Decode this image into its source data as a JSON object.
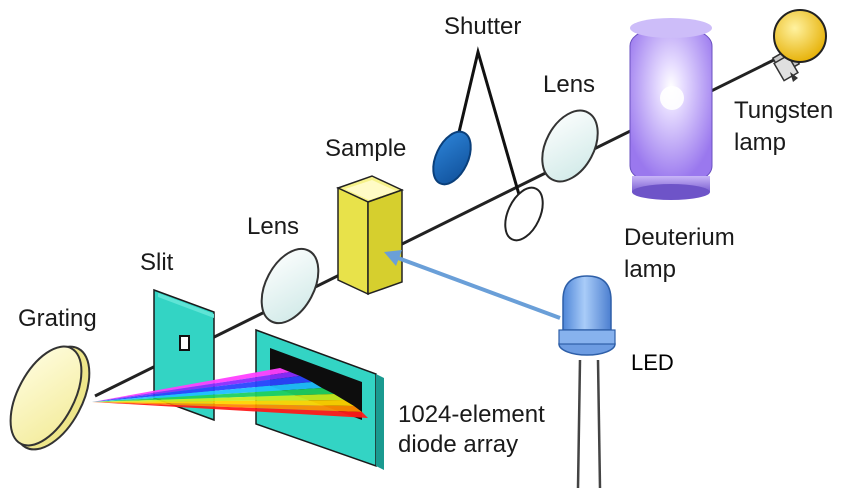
{
  "labels": {
    "shutter": "Shutter",
    "lens_right": "Lens",
    "tungsten_line1": "Tungsten",
    "tungsten_line2": "lamp",
    "sample": "Sample",
    "lens_left": "Lens",
    "slit": "Slit",
    "grating": "Grating",
    "deuterium_line1": "Deuterium",
    "deuterium_line2": "lamp",
    "led": "LED",
    "diode_line1": "1024-element",
    "diode_line2": "diode array"
  },
  "colors": {
    "deuterium_lamp": "#a98bf0",
    "tungsten_bulb": "#f2c21a",
    "sample_cuvette": "#e8e24a",
    "slit_plate": "#33d4c4",
    "diode_array": "#33d4c4",
    "grating": "#fbf6b8",
    "lens": "#e4f4f4",
    "shutter_blue": "#1e6cc0",
    "led": "#7fb0f2",
    "led_arrow": "#6a9fd8"
  }
}
